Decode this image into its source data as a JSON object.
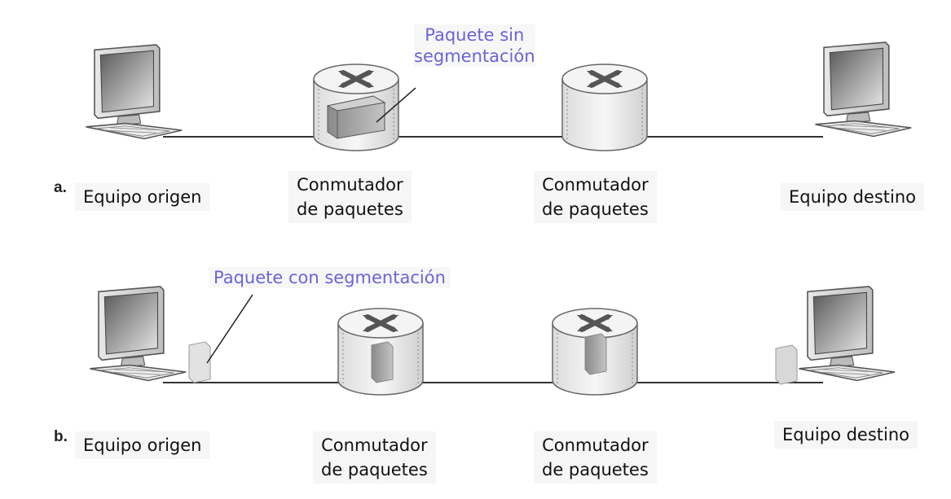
{
  "diagram_a": {
    "letter": "a.",
    "source_label": "Equipo origen",
    "switch1_label": [
      "Conmutador",
      "de paquetes"
    ],
    "switch2_label": [
      "Conmutador",
      "de paquetes"
    ],
    "dest_label": "Equipo destino",
    "packet_annotation": [
      "Paquete sin",
      "segmentación"
    ]
  },
  "diagram_b": {
    "letter": "b.",
    "source_label": "Equipo origen",
    "switch1_label": [
      "Conmutador",
      "de paquetes"
    ],
    "switch2_label": [
      "Conmutador",
      "de paquetes"
    ],
    "dest_label": "Equipo destino",
    "packet_annotation": "Paquete con segmentación"
  },
  "colors": {
    "annotation": "#6b63d8",
    "link": "#333333"
  },
  "icons": [
    "computer-icon",
    "router-icon",
    "packet-icon",
    "packet-segment-icon"
  ]
}
